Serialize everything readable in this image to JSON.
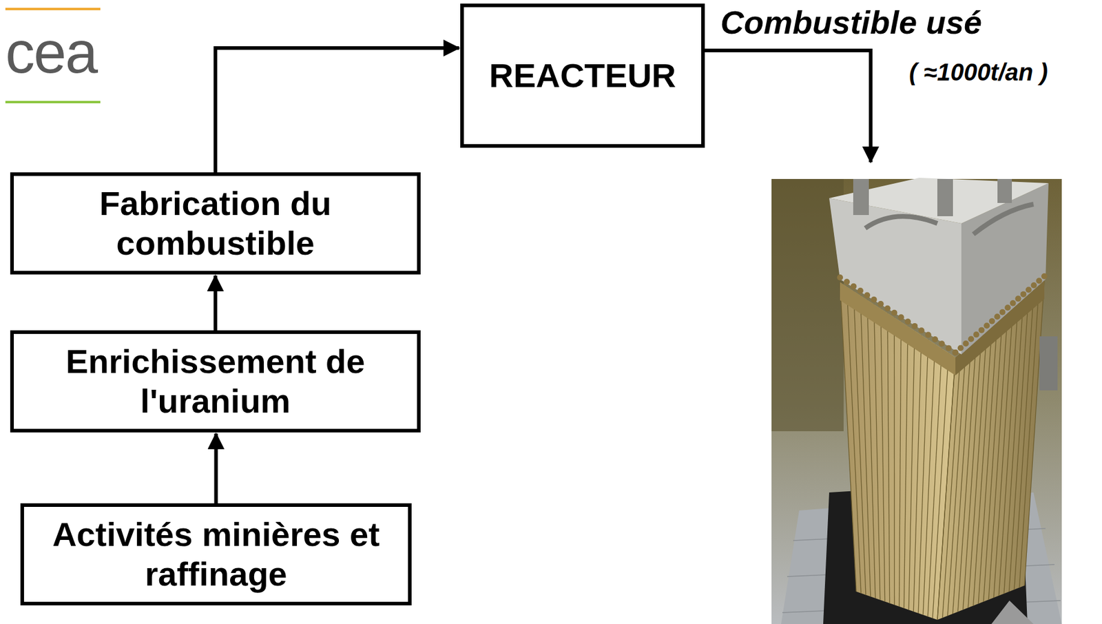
{
  "diagram": {
    "nodes": [
      {
        "text": [
          "Activités minières et raffinage"
        ]
      },
      {
        "text": [
          "Enrichissement de l'uranium"
        ]
      },
      {
        "text": [
          "Fabrication du combustible"
        ]
      },
      {
        "text": [
          "REACTEUR"
        ]
      }
    ],
    "edges": [
      {
        "from": 0,
        "to": 1,
        "arrow": "to"
      },
      {
        "from": 1,
        "to": 2,
        "arrow": "to"
      },
      {
        "from": 2,
        "to": 3,
        "arrow": "to"
      }
    ],
    "labels": [
      "cea",
      "Combustible usé",
      "( ≈1000t/an )"
    ]
  }
}
